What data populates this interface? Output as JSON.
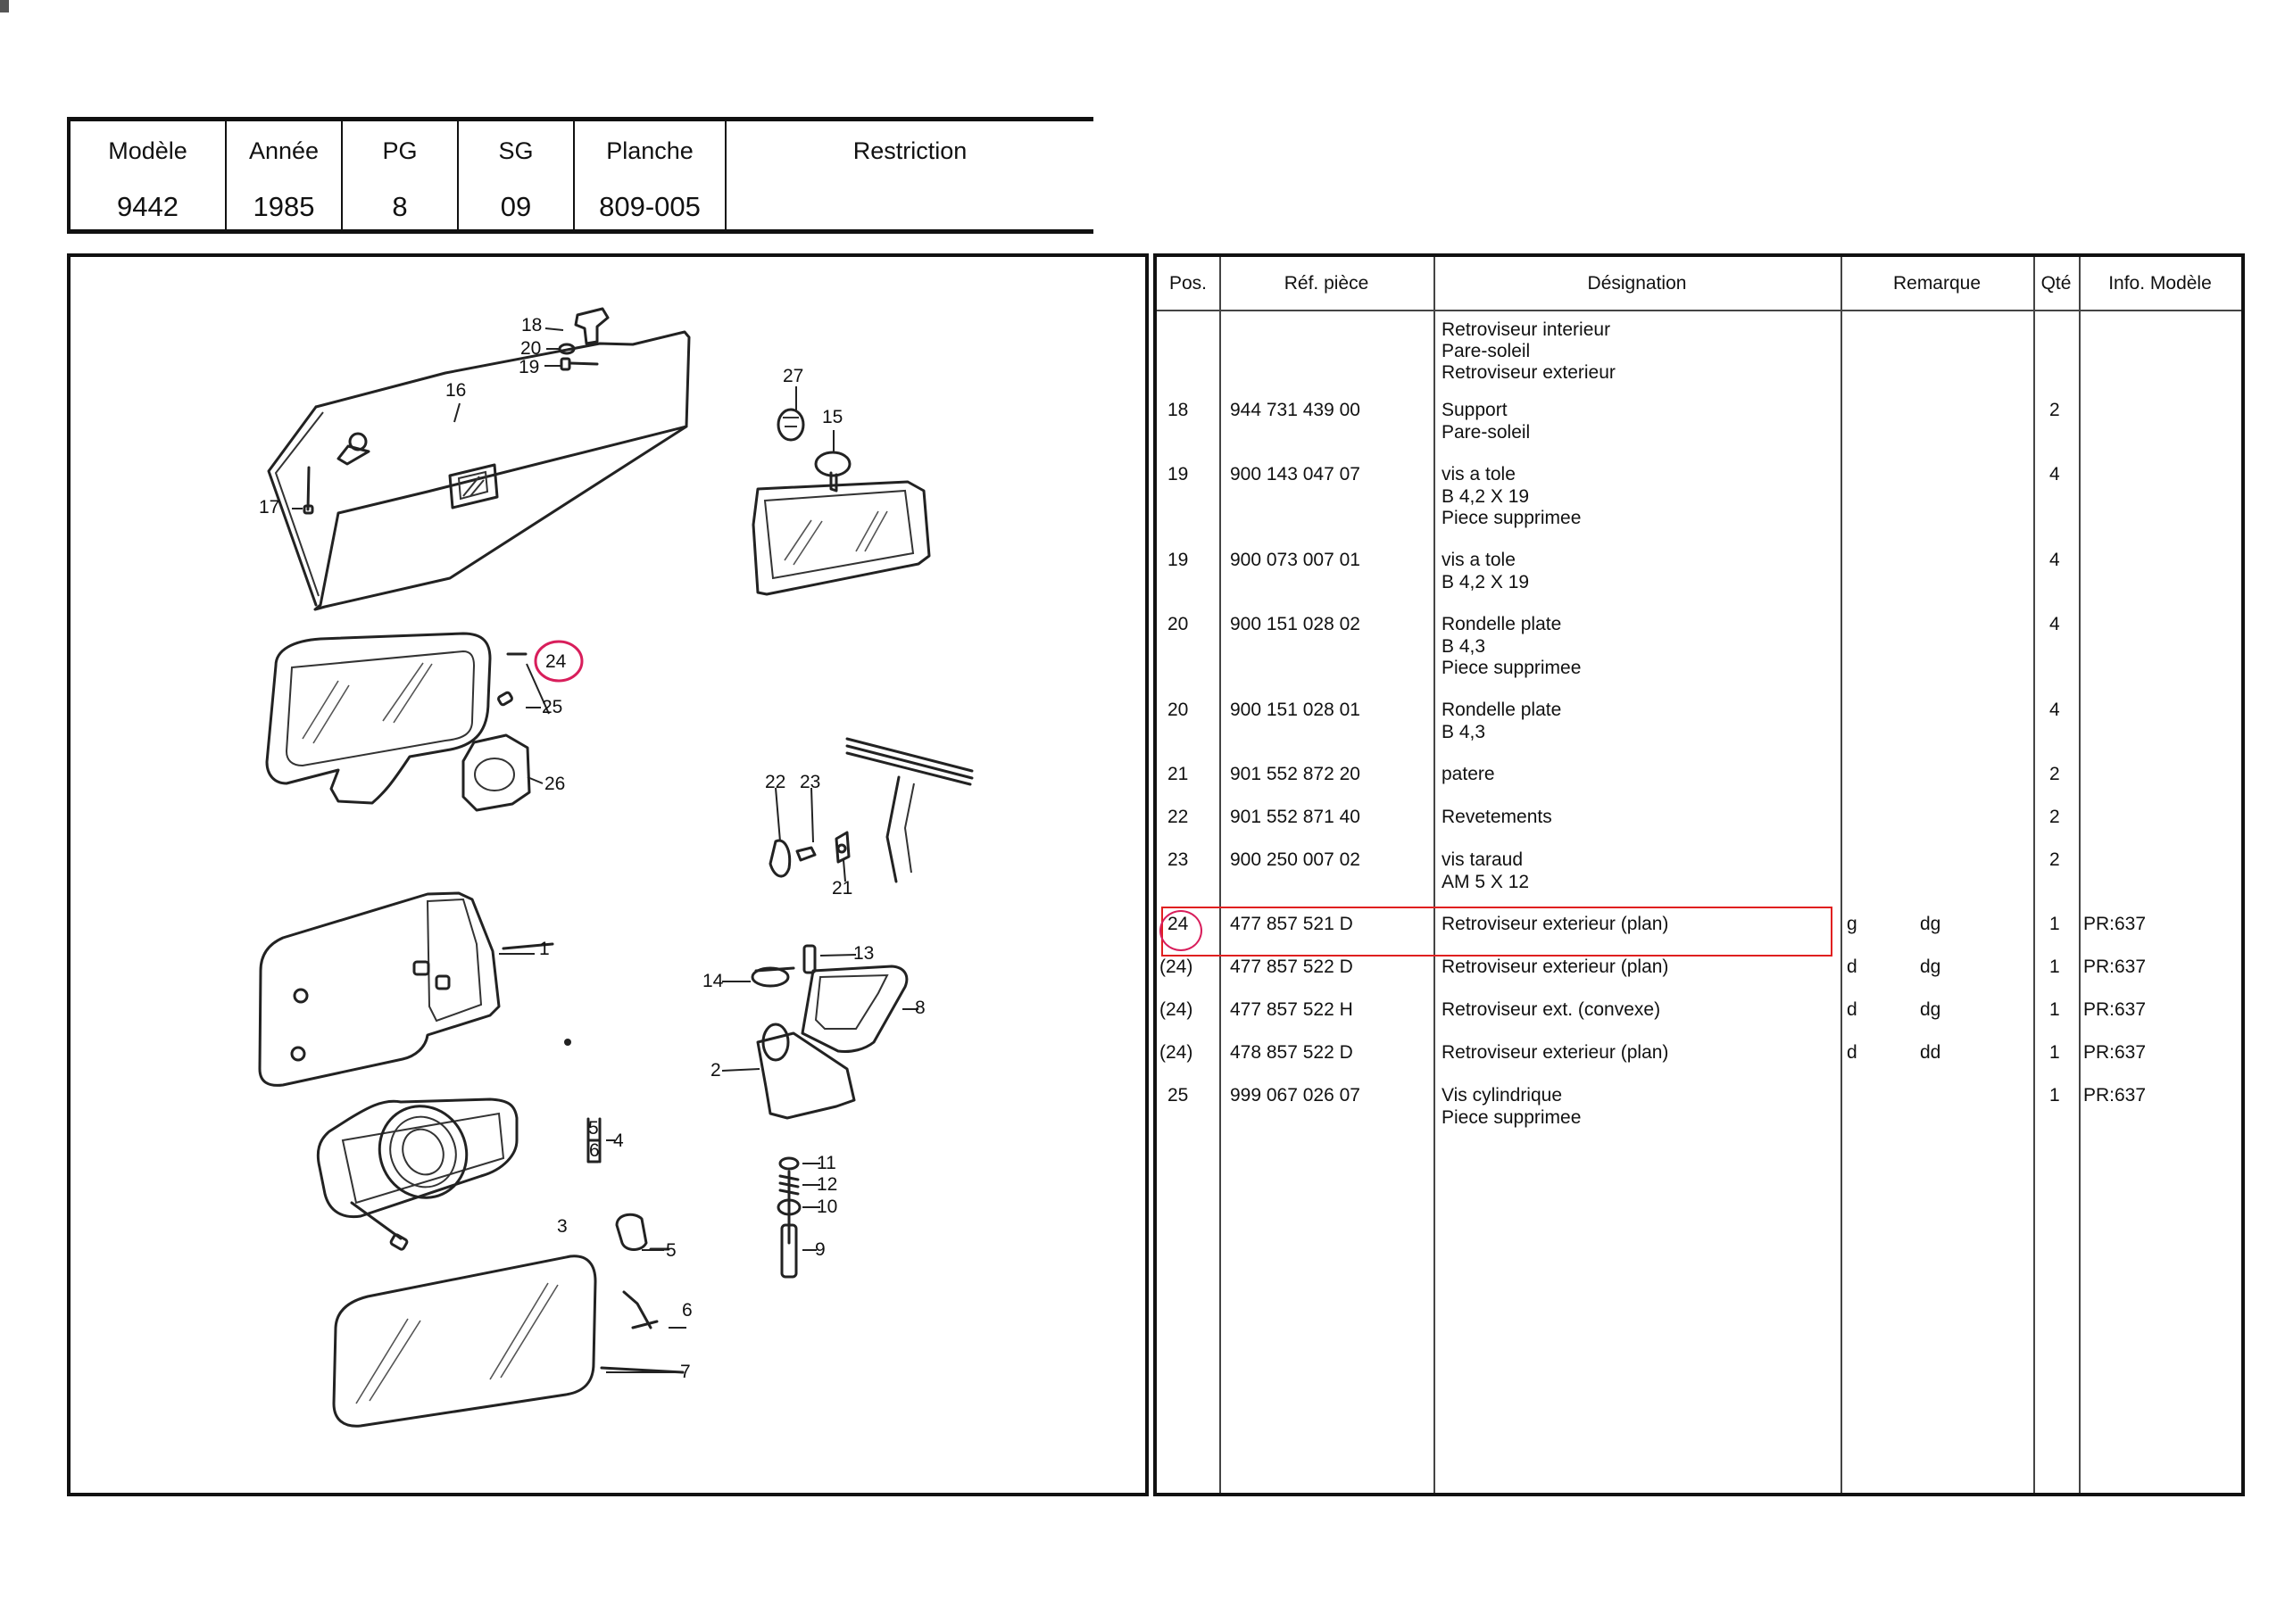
{
  "header": {
    "columns": [
      {
        "label": "Modèle",
        "value": "9442"
      },
      {
        "label": "Année",
        "value": "1985"
      },
      {
        "label": "PG",
        "value": "8"
      },
      {
        "label": "SG",
        "value": "09"
      },
      {
        "label": "Planche",
        "value": "809-005"
      },
      {
        "label": "Restriction",
        "value": ""
      }
    ]
  },
  "drawing": {
    "callouts": [
      "18",
      "20",
      "19",
      "16",
      "17",
      "27",
      "15",
      "24",
      "25",
      "26",
      "22",
      "23",
      "21",
      "1",
      "13",
      "14",
      "8",
      "2",
      "5",
      "4",
      "6",
      "3",
      "11",
      "12",
      "10",
      "9",
      "5",
      "6",
      "7"
    ]
  },
  "parts_table": {
    "headers": [
      "Pos.",
      "Réf. pièce",
      "Désignation",
      "Remarque",
      "Qté",
      "Info. Modèle"
    ],
    "intro_lines": [
      "Retroviseur interieur",
      "Pare-soleil",
      "Retroviseur exterieur"
    ],
    "rows": [
      {
        "pos": "18",
        "ref": "944 731 439 00",
        "designation": [
          "Support",
          "Pare-soleil"
        ],
        "remarque_side": "",
        "remarque_code": "",
        "qty": "2",
        "info": ""
      },
      {
        "pos": "19",
        "ref": "900 143 047 07",
        "designation": [
          "vis a tole",
          "B 4,2 X 19",
          "Piece supprimee"
        ],
        "remarque_side": "",
        "remarque_code": "",
        "qty": "4",
        "info": ""
      },
      {
        "pos": "19",
        "ref": "900 073 007 01",
        "designation": [
          "vis a tole",
          "B 4,2 X 19"
        ],
        "remarque_side": "",
        "remarque_code": "",
        "qty": "4",
        "info": ""
      },
      {
        "pos": "20",
        "ref": "900 151 028 02",
        "designation": [
          "Rondelle plate",
          "B 4,3",
          "Piece supprimee"
        ],
        "remarque_side": "",
        "remarque_code": "",
        "qty": "4",
        "info": ""
      },
      {
        "pos": "20",
        "ref": "900 151 028 01",
        "designation": [
          "Rondelle plate",
          "B 4,3"
        ],
        "remarque_side": "",
        "remarque_code": "",
        "qty": "4",
        "info": ""
      },
      {
        "pos": "21",
        "ref": "901 552 872 20",
        "designation": [
          "patere"
        ],
        "remarque_side": "",
        "remarque_code": "",
        "qty": "2",
        "info": ""
      },
      {
        "pos": "22",
        "ref": "901 552 871 40",
        "designation": [
          "Revetements"
        ],
        "remarque_side": "",
        "remarque_code": "",
        "qty": "2",
        "info": ""
      },
      {
        "pos": "23",
        "ref": "900 250 007 02",
        "designation": [
          "vis taraud",
          "AM 5 X 12"
        ],
        "remarque_side": "",
        "remarque_code": "",
        "qty": "2",
        "info": ""
      },
      {
        "pos": "24",
        "ref": "477 857 521 D",
        "designation": [
          "Retroviseur exterieur (plan)"
        ],
        "remarque_side": "g",
        "remarque_code": "dg",
        "qty": "1",
        "info": "PR:637"
      },
      {
        "pos": "(24)",
        "ref": "477 857 522 D",
        "designation": [
          "Retroviseur exterieur (plan)"
        ],
        "remarque_side": "d",
        "remarque_code": "dg",
        "qty": "1",
        "info": "PR:637"
      },
      {
        "pos": "(24)",
        "ref": "477 857 522 H",
        "designation": [
          "Retroviseur ext. (convexe)"
        ],
        "remarque_side": "d",
        "remarque_code": "dg",
        "qty": "1",
        "info": "PR:637"
      },
      {
        "pos": "(24)",
        "ref": "478 857 522 D",
        "designation": [
          "Retroviseur exterieur (plan)"
        ],
        "remarque_side": "d",
        "remarque_code": "dd",
        "qty": "1",
        "info": "PR:637"
      },
      {
        "pos": "25",
        "ref": "999 067 026 07",
        "designation": [
          "Vis cylindrique",
          "Piece supprimee"
        ],
        "remarque_side": "",
        "remarque_code": "",
        "qty": "1",
        "info": "PR:637"
      }
    ]
  },
  "colors": {
    "highlight_box": "#e02020",
    "annotation_circle": "#d81e5b",
    "ink": "#111111"
  }
}
